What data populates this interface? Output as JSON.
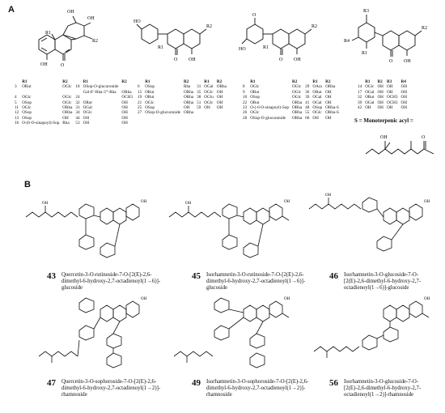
{
  "panels": {
    "a": "A",
    "b": "B"
  },
  "table_headers": {
    "r1": "R1",
    "r2": "R2",
    "r3": "R3",
    "r4": "R4"
  },
  "s_note": "S = Monoterpenic acyl =",
  "tables": [
    {
      "rows": [
        [
          "3",
          "ORut",
          "OGlc",
          "18",
          "OSop-O-glucuronide",
          ""
        ],
        [
          "",
          "",
          "",
          "",
          "Gal-6''-Rha-3'''-Rha",
          "ORha"
        ],
        [
          "4",
          "OGlc",
          "OGlc",
          "24",
          "",
          "OCH3"
        ],
        [
          "5",
          "OSop",
          "OGlc",
          "32",
          "ORut",
          "OH"
        ],
        [
          "11",
          "OGlc",
          "ORha",
          "33",
          "OGal",
          "OH"
        ],
        [
          "12",
          "OSop",
          "ORha",
          "34",
          "OGlc",
          "OH"
        ],
        [
          "13",
          "OSop",
          "OH",
          "44",
          "OH",
          "OH"
        ],
        [
          "16",
          "O-(6-O-sinapoyl)-Sop",
          "Rha",
          "53",
          "OH",
          "OH"
        ]
      ]
    },
    {
      "rows": [
        [
          "6",
          "OSop",
          "Rha",
          "31",
          "OGal",
          "ORha"
        ],
        [
          "15",
          "ORut",
          "ORha",
          "35",
          "OGlc",
          "OH"
        ],
        [
          "19",
          "ORut",
          "ORha",
          "38",
          "OGlu",
          "OH"
        ],
        [
          "21",
          "OGlc",
          "ORha",
          "51",
          "OGlc",
          "OH"
        ],
        [
          "25",
          "OSop",
          "OH",
          "59",
          "OH",
          "OH"
        ],
        [
          "27",
          "OSop-O-glucuronide",
          "ORha",
          "",
          ""
        ]
      ]
    },
    {
      "rows": [
        [
          "8",
          "OGlc",
          "OGlc",
          "29",
          "OAra",
          "ORha"
        ],
        [
          "9",
          "ORut",
          "OGlc",
          "36",
          "ORut",
          "OH"
        ],
        [
          "10",
          "OSop",
          "OGlc",
          "39",
          "OGal",
          "OH"
        ],
        [
          "22",
          "ORut",
          "ORha",
          "41",
          "OGal",
          "OH"
        ],
        [
          "23",
          "O-(-6-O-sinapoyl)-Sop",
          "ORha",
          "48",
          "OSop",
          "ORha-S"
        ],
        [
          "26",
          "OGlc",
          "ORha",
          "55",
          "OGlc",
          "ORha-S"
        ],
        [
          "28",
          "OSop-O-glucuronide",
          "ORha",
          "60",
          "OH",
          "OH"
        ]
      ]
    },
    {
      "rows": [
        [
          "14",
          "OGlc",
          "OH",
          "OH",
          "OH"
        ],
        [
          "17",
          "OGal",
          "OH",
          "OH",
          "OH"
        ],
        [
          "32",
          "ORut",
          "OH",
          "OCH3",
          "OH"
        ],
        [
          "39",
          "OGal",
          "OH",
          "OCH3",
          "OH"
        ],
        [
          "42",
          "OH",
          "OH",
          "OH",
          "OH"
        ]
      ]
    }
  ],
  "struct_labels": {
    "oh": "OH",
    "ho": "HO",
    "o": "O",
    "r1": "R1",
    "r2": "R2",
    "r3": "R3",
    "r4": "R4",
    "ome": "O"
  },
  "compounds": [
    {
      "num": "43",
      "name": "Quercetin-3-O-rutinoside-7-O-[2(E)-2,6-dimethyl-6-hydroxy-2,7-octadienoyl(1→6)]-glucoside"
    },
    {
      "num": "45",
      "name": "Isorhamnetin-3-O-rutinoside-7-O-[2(E)-2,6-dimethyl-6-hydroxy-2,7-octadienoyl(1→6)]-glucoside"
    },
    {
      "num": "46",
      "name": "Isorhamnetin-3-O-glucoside-7-O-[2(E)-2,6-dimethyl-6-hydroxy-2,7-octadienoyl(1→6)]-glucoside"
    },
    {
      "num": "47",
      "name": "Quercetin-3-O-sophoroside-7-O-[2(E)-2,6-dimethyl-6-hydroxy-2,7-octadienoyl(1→2)]-rhamnoside"
    },
    {
      "num": "49",
      "name": "Isorhamnetin-3-O-sophoroside-7-O-[2(E)-2,6-dimethyl-6-hydroxy-2,7-octadienoyl(1→2)]-rhamnoside"
    },
    {
      "num": "56",
      "name": "Isorhamnetin-3-O-glucoside-7-O-[2(E)-2,6-dimethyl-6-hydroxy-2,7-octadienoyl(1→2)]-rhamnoside"
    }
  ]
}
